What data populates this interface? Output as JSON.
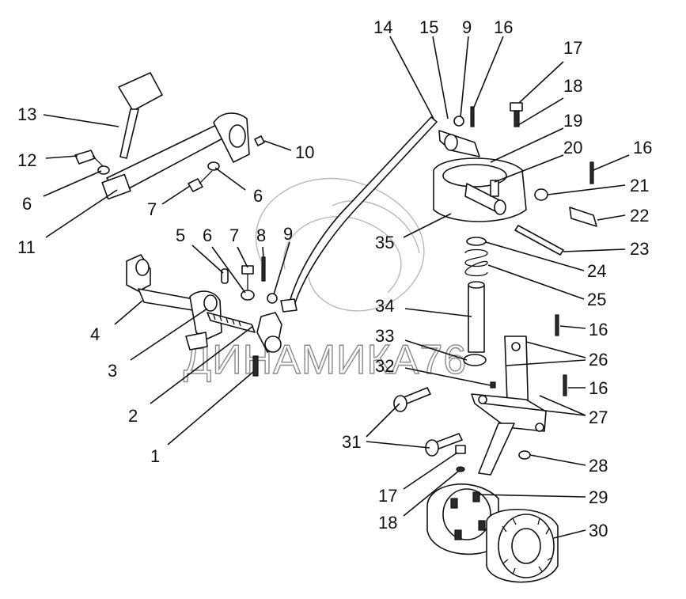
{
  "watermark": {
    "text": "ДИНАМИКА76"
  },
  "callouts": [
    {
      "id": "c1",
      "text": "1"
    },
    {
      "id": "c2",
      "text": "2"
    },
    {
      "id": "c3",
      "text": "3"
    },
    {
      "id": "c4",
      "text": "4"
    },
    {
      "id": "c5",
      "text": "5"
    },
    {
      "id": "c6a",
      "text": "6"
    },
    {
      "id": "c6b",
      "text": "6"
    },
    {
      "id": "c6c",
      "text": "6"
    },
    {
      "id": "c7a",
      "text": "7"
    },
    {
      "id": "c7b",
      "text": "7"
    },
    {
      "id": "c8",
      "text": "8"
    },
    {
      "id": "c9a",
      "text": "9"
    },
    {
      "id": "c9b",
      "text": "9"
    },
    {
      "id": "c10",
      "text": "10"
    },
    {
      "id": "c11",
      "text": "11"
    },
    {
      "id": "c12",
      "text": "12"
    },
    {
      "id": "c13",
      "text": "13"
    },
    {
      "id": "c14",
      "text": "14"
    },
    {
      "id": "c15",
      "text": "15"
    },
    {
      "id": "c16a",
      "text": "16"
    },
    {
      "id": "c16b",
      "text": "16"
    },
    {
      "id": "c16c",
      "text": "16"
    },
    {
      "id": "c16d",
      "text": "16"
    },
    {
      "id": "c17a",
      "text": "17"
    },
    {
      "id": "c17b",
      "text": "17"
    },
    {
      "id": "c18a",
      "text": "18"
    },
    {
      "id": "c18b",
      "text": "18"
    },
    {
      "id": "c19",
      "text": "19"
    },
    {
      "id": "c20",
      "text": "20"
    },
    {
      "id": "c21",
      "text": "21"
    },
    {
      "id": "c22",
      "text": "22"
    },
    {
      "id": "c23",
      "text": "23"
    },
    {
      "id": "c24",
      "text": "24"
    },
    {
      "id": "c25",
      "text": "25"
    },
    {
      "id": "c26",
      "text": "26"
    },
    {
      "id": "c27",
      "text": "27"
    },
    {
      "id": "c28",
      "text": "28"
    },
    {
      "id": "c29",
      "text": "29"
    },
    {
      "id": "c30",
      "text": "30"
    },
    {
      "id": "c31",
      "text": "31"
    },
    {
      "id": "c32",
      "text": "32"
    },
    {
      "id": "c33",
      "text": "33"
    },
    {
      "id": "c34",
      "text": "34"
    },
    {
      "id": "c35",
      "text": "35"
    }
  ]
}
